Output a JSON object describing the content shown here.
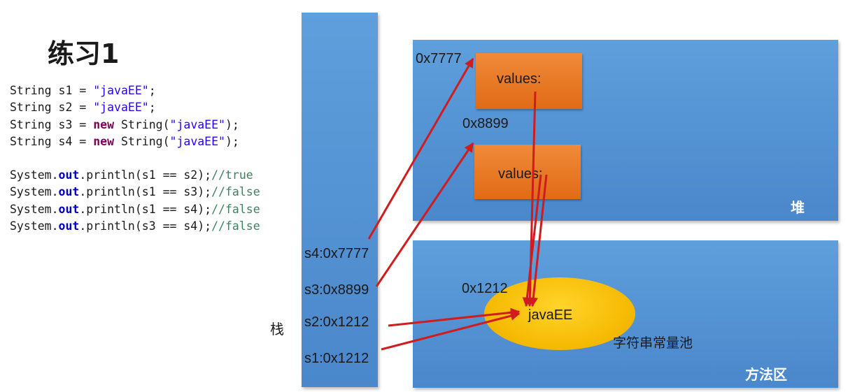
{
  "slide": {
    "title": "练习1",
    "code_lines": [
      [
        {
          "t": "String s1 = ",
          "c": ""
        },
        {
          "t": "\"javaEE\"",
          "c": "str"
        },
        {
          "t": ";",
          "c": ""
        }
      ],
      [
        {
          "t": "String s2 = ",
          "c": ""
        },
        {
          "t": "\"javaEE\"",
          "c": "str"
        },
        {
          "t": ";",
          "c": ""
        }
      ],
      [
        {
          "t": "String s3 = ",
          "c": ""
        },
        {
          "t": "new",
          "c": "kw"
        },
        {
          "t": " String(",
          "c": ""
        },
        {
          "t": "\"javaEE\"",
          "c": "str"
        },
        {
          "t": ");",
          "c": ""
        }
      ],
      [
        {
          "t": "String s4 = ",
          "c": ""
        },
        {
          "t": "new",
          "c": "kw"
        },
        {
          "t": " String(",
          "c": ""
        },
        {
          "t": "\"javaEE\"",
          "c": "str"
        },
        {
          "t": ");",
          "c": ""
        }
      ],
      [],
      [
        {
          "t": "System.",
          "c": ""
        },
        {
          "t": "out",
          "c": "fld"
        },
        {
          "t": ".println(s1 == s2);",
          "c": ""
        },
        {
          "t": "//true",
          "c": "cmt"
        }
      ],
      [
        {
          "t": "System.",
          "c": ""
        },
        {
          "t": "out",
          "c": "fld"
        },
        {
          "t": ".println(s1 == s3);",
          "c": ""
        },
        {
          "t": "//false",
          "c": "cmt"
        }
      ],
      [
        {
          "t": "System.",
          "c": ""
        },
        {
          "t": "out",
          "c": "fld"
        },
        {
          "t": ".println(s1 == s4);",
          "c": ""
        },
        {
          "t": "//false",
          "c": "cmt"
        }
      ],
      [
        {
          "t": "System.",
          "c": ""
        },
        {
          "t": "out",
          "c": "fld"
        },
        {
          "t": ".println(s3 == s4);",
          "c": ""
        },
        {
          "t": "//false",
          "c": "cmt"
        }
      ]
    ]
  },
  "diagram": {
    "stack_label": "栈",
    "heap_label": "堆",
    "method_area_label": "方法区",
    "string_pool_label": "字符串常量池",
    "stack_vars": {
      "s4": "s4:0x7777",
      "s3": "s3:0x8899",
      "s2": "s2:0x1212",
      "s1": "s1:0x1212"
    },
    "heap_objects": [
      {
        "address": "0x7777",
        "field": "values:"
      },
      {
        "address": "0x8899",
        "field": "values:"
      }
    ],
    "pool_entry": {
      "address": "0x1212",
      "value": "javaEE"
    },
    "colors": {
      "panel_blue": "#4f8fd2",
      "object_orange": "#e87722",
      "pool_yellow": "#f5b800",
      "arrow_red": "#d01c1c"
    }
  }
}
